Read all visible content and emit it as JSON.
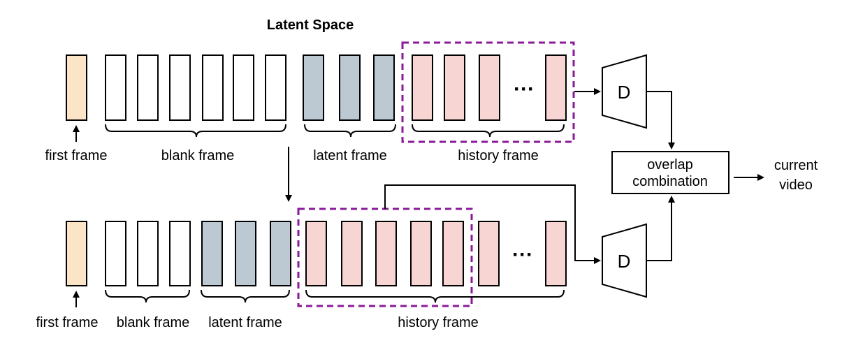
{
  "title": "Latent Space",
  "colors": {
    "first": "#FCE4C6",
    "blank": "#FFFFFF",
    "latent": "#BCC8D2",
    "history": "#F7D5D2",
    "highlight": "#8B1A9A",
    "stroke": "#000000"
  },
  "top_row": {
    "frames": [
      "first",
      "blank",
      "blank",
      "blank",
      "blank",
      "blank",
      "blank",
      "latent",
      "latent",
      "latent",
      "history",
      "history",
      "history",
      "gap",
      "history"
    ],
    "ellipsis": "···",
    "labels": {
      "first": "first frame",
      "blank": "blank frame",
      "latent": "latent frame",
      "history": "history frame"
    }
  },
  "bottom_row": {
    "frames": [
      "first",
      "blank",
      "blank",
      "blank",
      "latent",
      "latent",
      "latent",
      "history",
      "history",
      "history",
      "history",
      "history",
      "history",
      "gap",
      "history"
    ],
    "ellipsis": "···",
    "labels": {
      "first": "first frame",
      "blank": "blank frame",
      "latent": "latent frame",
      "history": "history frame"
    }
  },
  "decoder_label": "D",
  "overlap_label_line1": "overlap",
  "overlap_label_line2": "combination",
  "output_line1": "current",
  "output_line2": "video"
}
